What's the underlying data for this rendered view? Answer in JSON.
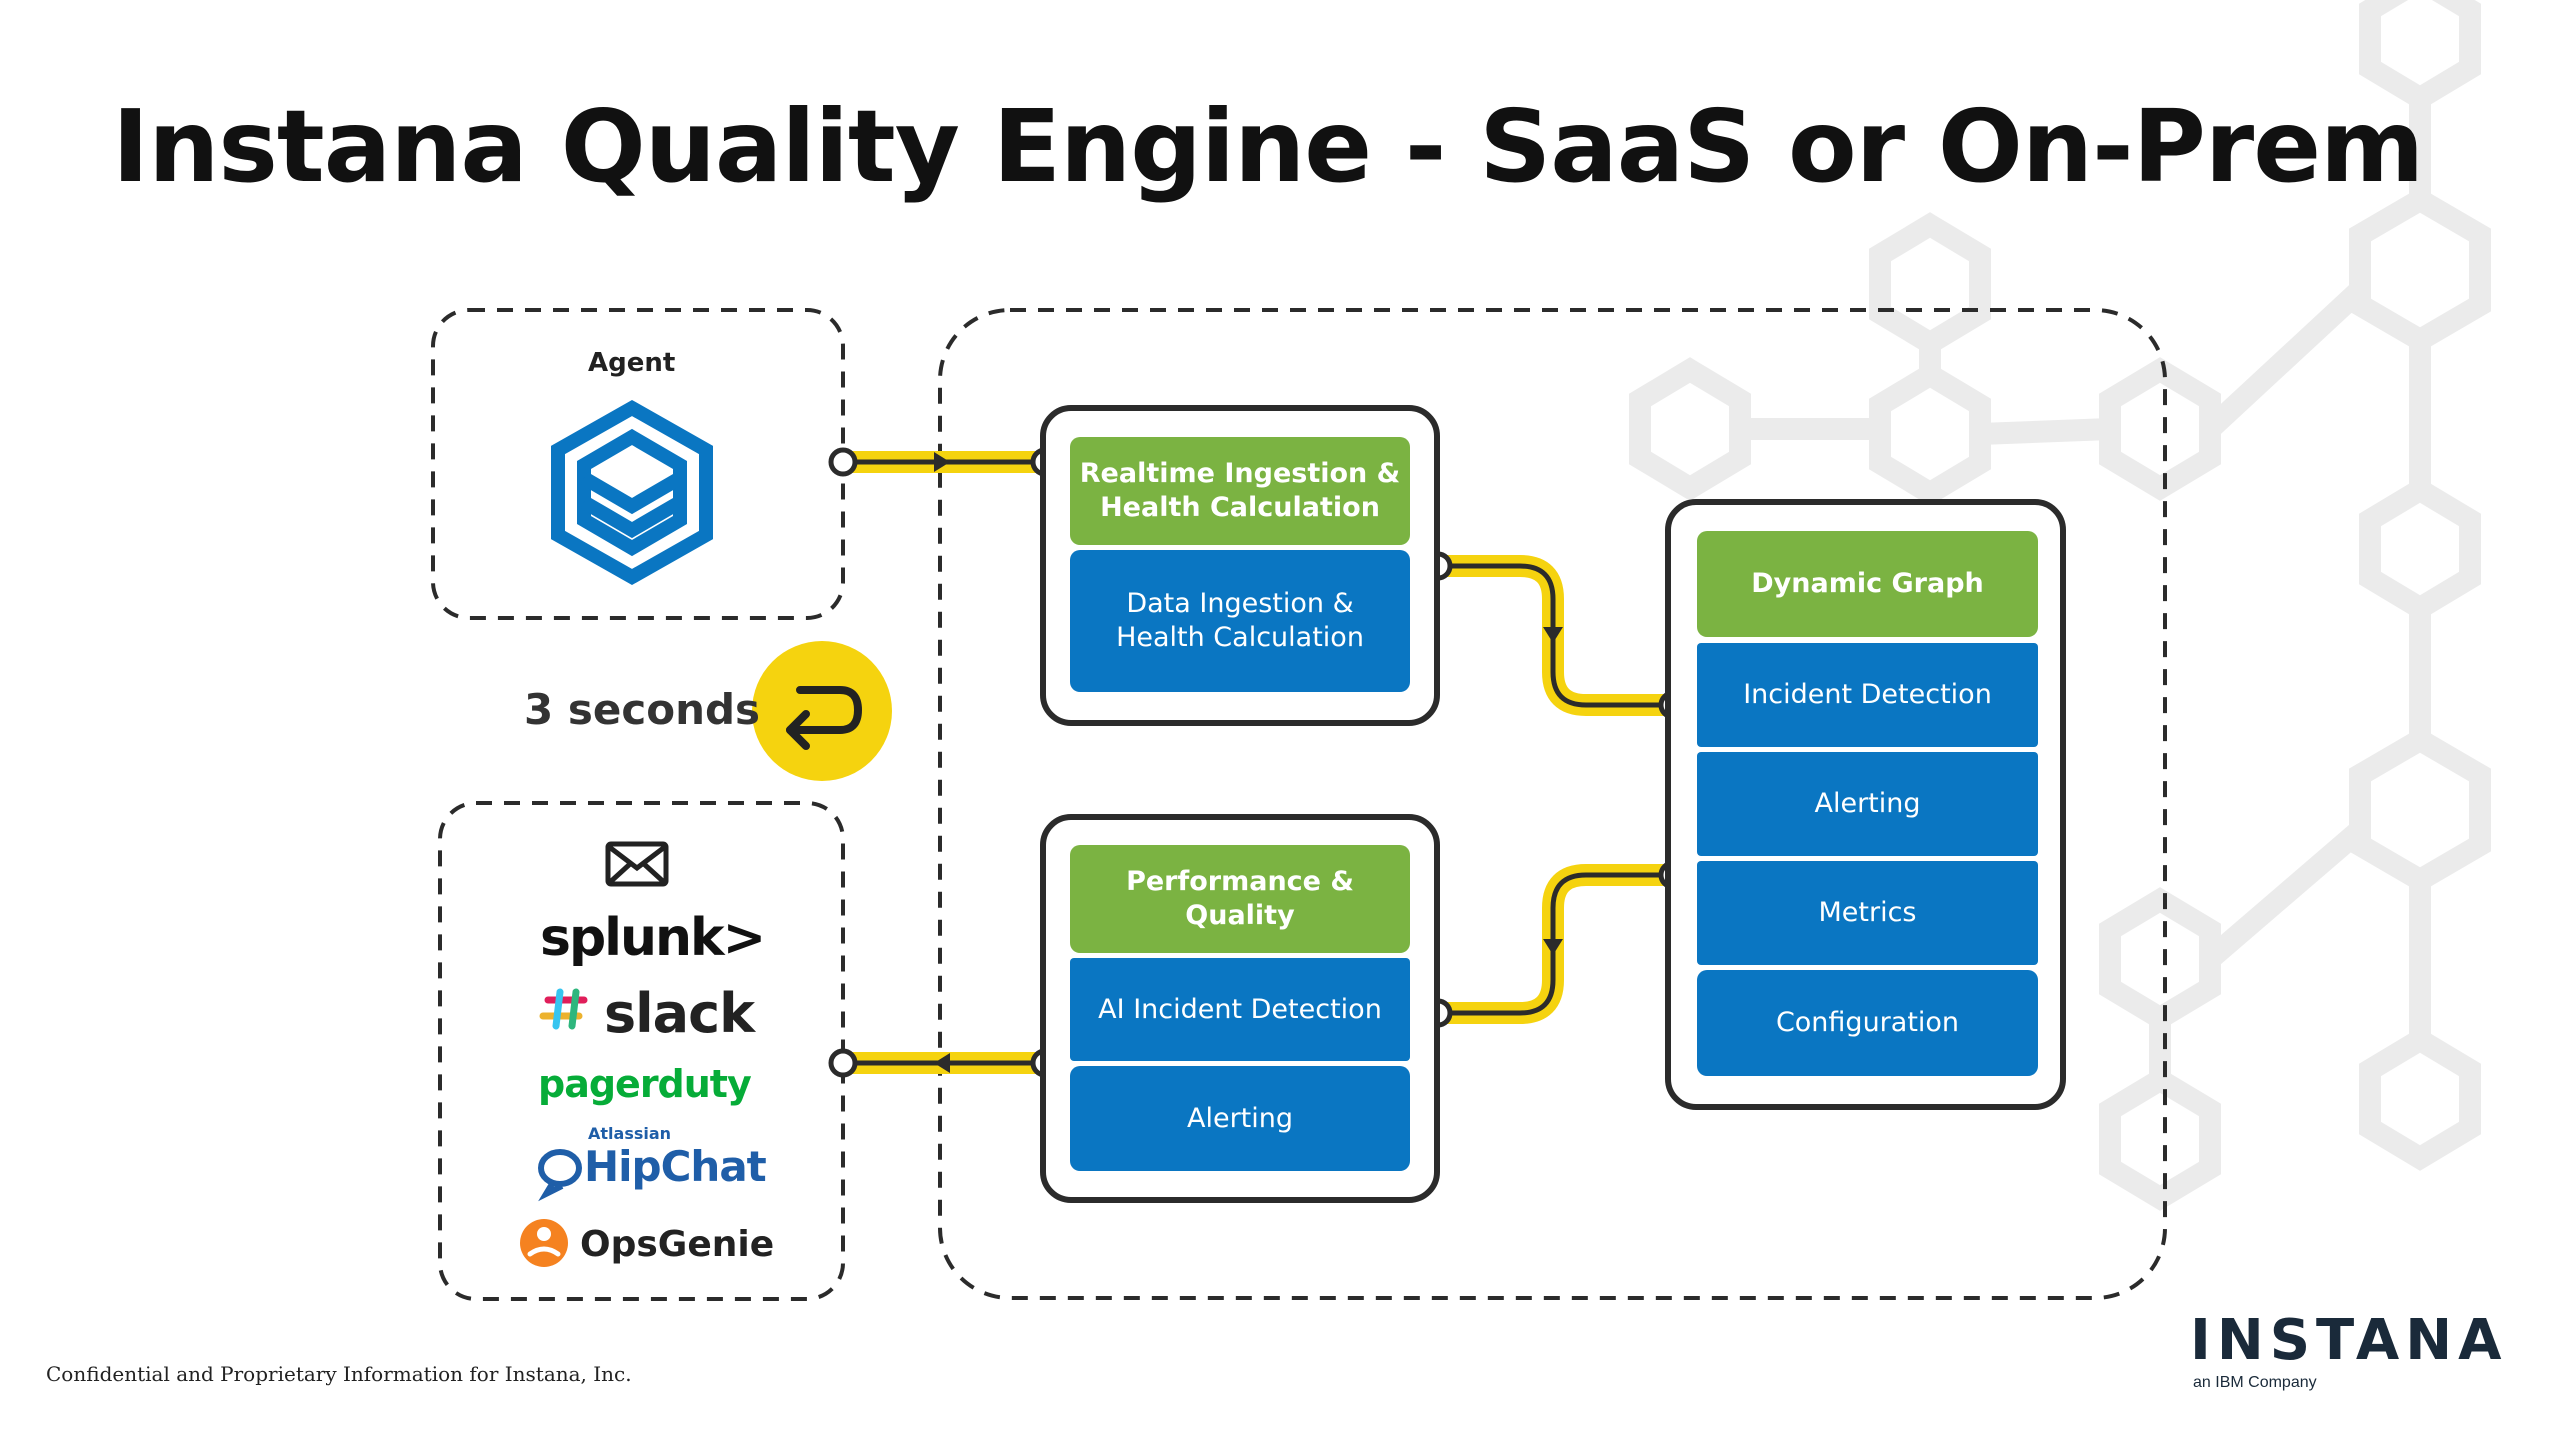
{
  "title": "Instana Quality Engine - SaaS or On-Prem",
  "agent": {
    "label": "Agent"
  },
  "loop": {
    "label": "3 seconds"
  },
  "integrations": {
    "splunk": "splunk>",
    "slack": "slack",
    "pagerduty": "pagerduty",
    "hipchat_small": "Atlassian",
    "hipchat": "HipChat",
    "opsgenie": "OpsGenie"
  },
  "ingestion_box": {
    "header": "Realtime Ingestion & Health Calculation",
    "rows": [
      "Data Ingestion & Health Calculation"
    ]
  },
  "quality_box": {
    "header": "Performance & Quality",
    "rows": [
      "AI Incident Detection",
      "Alerting"
    ]
  },
  "graph_box": {
    "header": "Dynamic Graph",
    "rows": [
      "Incident Detection",
      "Alerting",
      "Metrics",
      "Configuration"
    ]
  },
  "footer": "Confidential and Proprietary Information for Instana, Inc.",
  "logo": {
    "name": "INSTANA",
    "sub": "an IBM Company"
  },
  "colors": {
    "green": "#7bb342",
    "blue": "#0a76c2",
    "yellow": "#f5d30f",
    "border": "#2b2b2b",
    "hex_bg": "#e9e9e9"
  }
}
